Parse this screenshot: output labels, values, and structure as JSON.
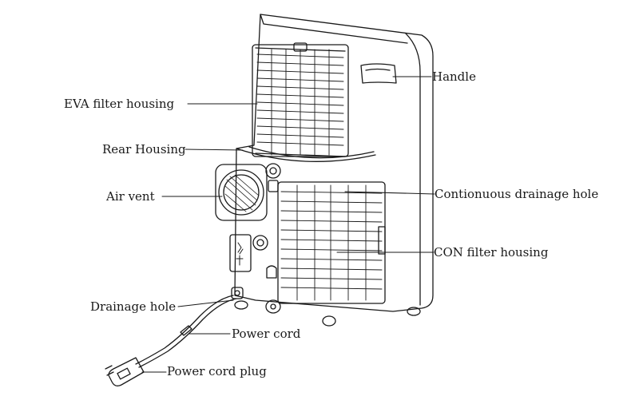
{
  "labels": {
    "handle": "Handle",
    "eva_filter_housing": "EVA filter housing",
    "rear_housing": "Rear Housing",
    "air_vent": "Air vent",
    "continuous_drainage_hole": "Contionuous drainage hole",
    "con_filter_housing": "CON filter housing",
    "drainage_hole": "Drainage hole",
    "power_cord": "Power cord",
    "power_cord_plug": "Power cord plug"
  },
  "colors": {
    "line": "#1a1a1a",
    "background": "#ffffff"
  }
}
